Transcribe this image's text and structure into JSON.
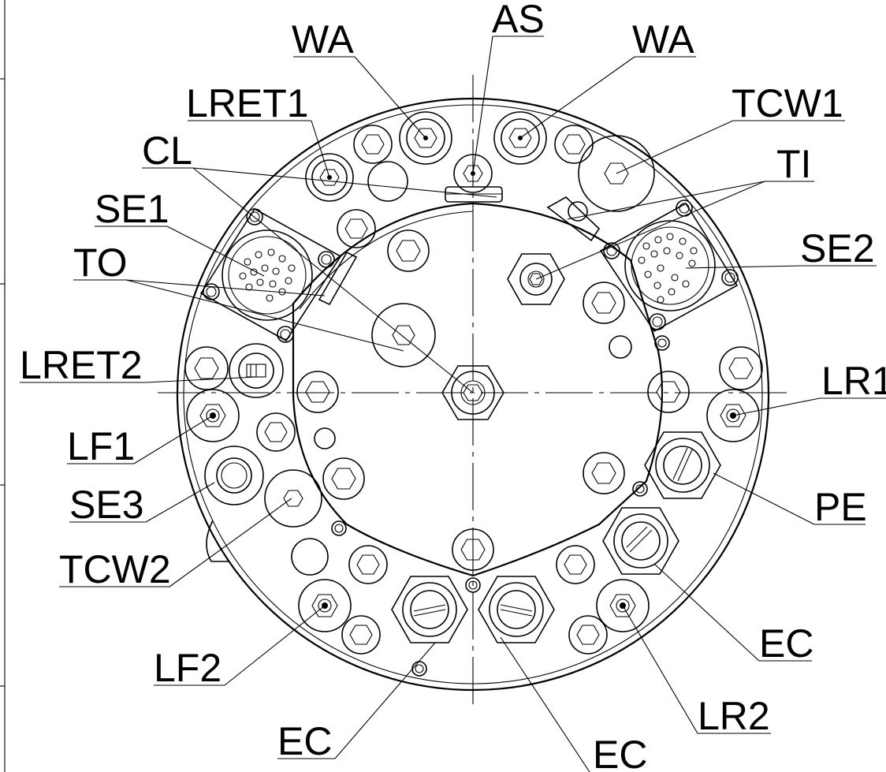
{
  "labels": {
    "WA_left": "WA",
    "AS": "AS",
    "WA_right": "WA",
    "LRET1": "LRET1",
    "TCW1": "TCW1",
    "CL": "CL",
    "TI": "TI",
    "SE1": "SE1",
    "SE2": "SE2",
    "TO": "TO",
    "LRET2": "LRET2",
    "LR1": "LR1",
    "LF1": "LF1",
    "PE": "PE",
    "SE3": "SE3",
    "TCW2": "TCW2",
    "EC_right": "EC",
    "LF2": "LF2",
    "LR2": "LR2",
    "EC_bottom_left": "EC",
    "EC_bottom_mid": "EC"
  }
}
